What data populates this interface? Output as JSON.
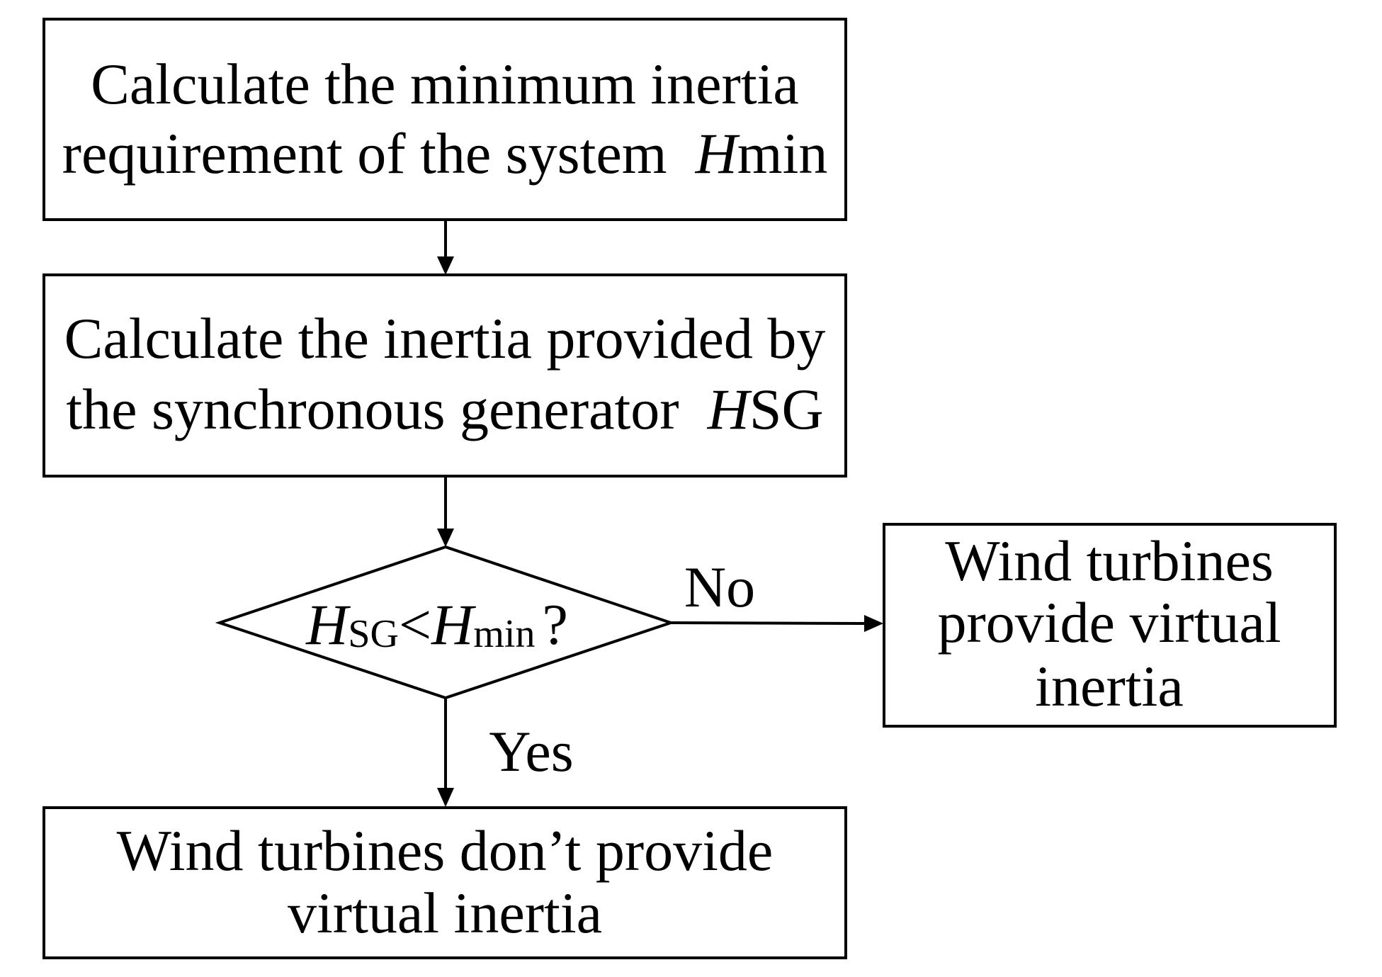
{
  "steps": [
    {
      "line1": "Calculate the minimum inertia",
      "line2": "requirement of the system",
      "var": "H",
      "var_suffix": "min"
    },
    {
      "line1": "Calculate the inertia provided by",
      "line2": "the synchronous generator",
      "var": "H",
      "var_suffix": "SG"
    }
  ],
  "decision": {
    "lhs_var": "H",
    "lhs_sub": "SG",
    "operator": "<",
    "rhs_var": "H",
    "rhs_sub": "min",
    "question_mark": "?"
  },
  "no_branch": {
    "label": "No",
    "result_lines": [
      "Wind turbines",
      "provide virtual",
      "inertia"
    ]
  },
  "yes_branch": {
    "label": "Yes",
    "result_lines": [
      "Wind turbines don’t provide",
      "virtual inertia"
    ]
  }
}
